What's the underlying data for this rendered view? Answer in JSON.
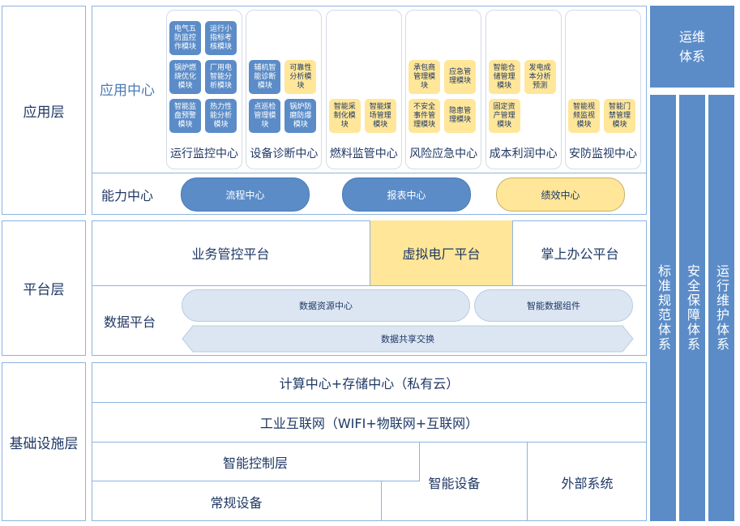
{
  "layers": {
    "application": "应用层",
    "platform": "平台层",
    "infrastructure": "基础设施层"
  },
  "application": {
    "center_title": "应用中心",
    "capability_title": "能力中心",
    "cards": [
      {
        "title": "运行监控中心",
        "modules": [
          {
            "text": "电气五防监控作模块",
            "color": "blue"
          },
          {
            "text": "运行小指标考核模块",
            "color": "blue"
          },
          {
            "text": "锅炉燃烧优化模块",
            "color": "blue"
          },
          {
            "text": "厂用电智能分析模块",
            "color": "blue"
          },
          {
            "text": "智能监盘预警模块",
            "color": "blue"
          },
          {
            "text": "热力性能分析模块",
            "color": "blue"
          }
        ]
      },
      {
        "title": "设备诊断中心",
        "modules": [
          {
            "text": "辅机智能诊断模块",
            "color": "blue"
          },
          {
            "text": "可靠性分析模块",
            "color": "yellow"
          },
          {
            "text": "点巡检管理模块",
            "color": "blue"
          },
          {
            "text": "锅炉防磨防爆模块",
            "color": "blue"
          }
        ]
      },
      {
        "title": "燃料监管中心",
        "modules": [
          {
            "text": "智能采制化模块",
            "color": "yellow"
          },
          {
            "text": "智能煤场管理模块",
            "color": "yellow"
          }
        ]
      },
      {
        "title": "风险应急中心",
        "modules": [
          {
            "text": "承包商管理模块",
            "color": "yellow"
          },
          {
            "text": "应急管理模块",
            "color": "yellow"
          },
          {
            "text": "不安全事件管理模块",
            "color": "yellow"
          },
          {
            "text": "隐患管理模块",
            "color": "yellow"
          }
        ]
      },
      {
        "title": "成本利润中心",
        "modules": [
          {
            "text": "智能仓储管理模块",
            "color": "yellow"
          },
          {
            "text": "发电成本分析预测",
            "color": "yellow"
          },
          {
            "text": "固定资产管理模块",
            "color": "yellow"
          }
        ]
      },
      {
        "title": "安防监视中心",
        "modules": [
          {
            "text": "智能视频监视模块",
            "color": "yellow"
          },
          {
            "text": "智能门禁管理模块",
            "color": "yellow"
          }
        ]
      }
    ],
    "capabilities": [
      {
        "label": "流程中心",
        "color": "blue"
      },
      {
        "label": "报表中心",
        "color": "blue"
      },
      {
        "label": "绩效中心",
        "color": "yellow"
      }
    ]
  },
  "platform": {
    "business": "业务管控平台",
    "virtual_plant": "虚拟电厂平台",
    "mobile_office": "掌上办公平台",
    "data_platform": "数据平台",
    "data_resource": "数据资源中心",
    "smart_data": "智能数据组件",
    "data_share": "数据共享交换"
  },
  "infrastructure": {
    "compute": "计算中心+存储中心（私有云）",
    "iiot": "工业互联网（WIFI+物联网+互联网）",
    "control": "智能控制层",
    "regular": "常规设备",
    "smart_device": "智能设备",
    "external": "外部系统"
  },
  "systems": {
    "ops": "运维体系",
    "standard": "标准规范体系",
    "security": "安全保障体系",
    "maintenance": "运行维护体系"
  },
  "colors": {
    "frame": "#8db3e2",
    "blue": "#5b8cc8",
    "yellow": "#ffe699",
    "text": "#1f3864"
  }
}
